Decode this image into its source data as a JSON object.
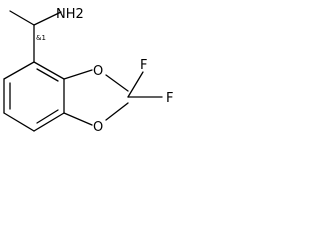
{
  "molecule": {
    "atoms": {
      "amine": "NH2",
      "stereo_tag": "&1",
      "oxygen_top": "O",
      "oxygen_bottom": "O",
      "fluorine_top": "F",
      "fluorine_right": "F"
    }
  }
}
